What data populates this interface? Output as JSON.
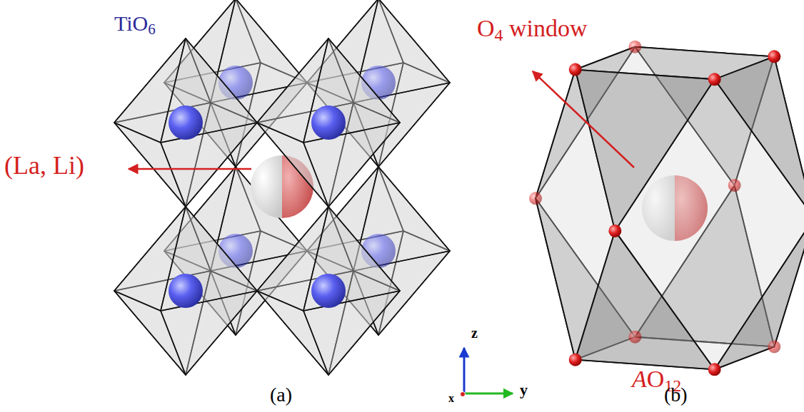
{
  "diagram": {
    "labels": [
      "TiO6",
      "(La, Li)",
      "O4 window",
      "AO12",
      "z",
      "y",
      "x",
      "(a)",
      "(b)"
    ]
  }
}
